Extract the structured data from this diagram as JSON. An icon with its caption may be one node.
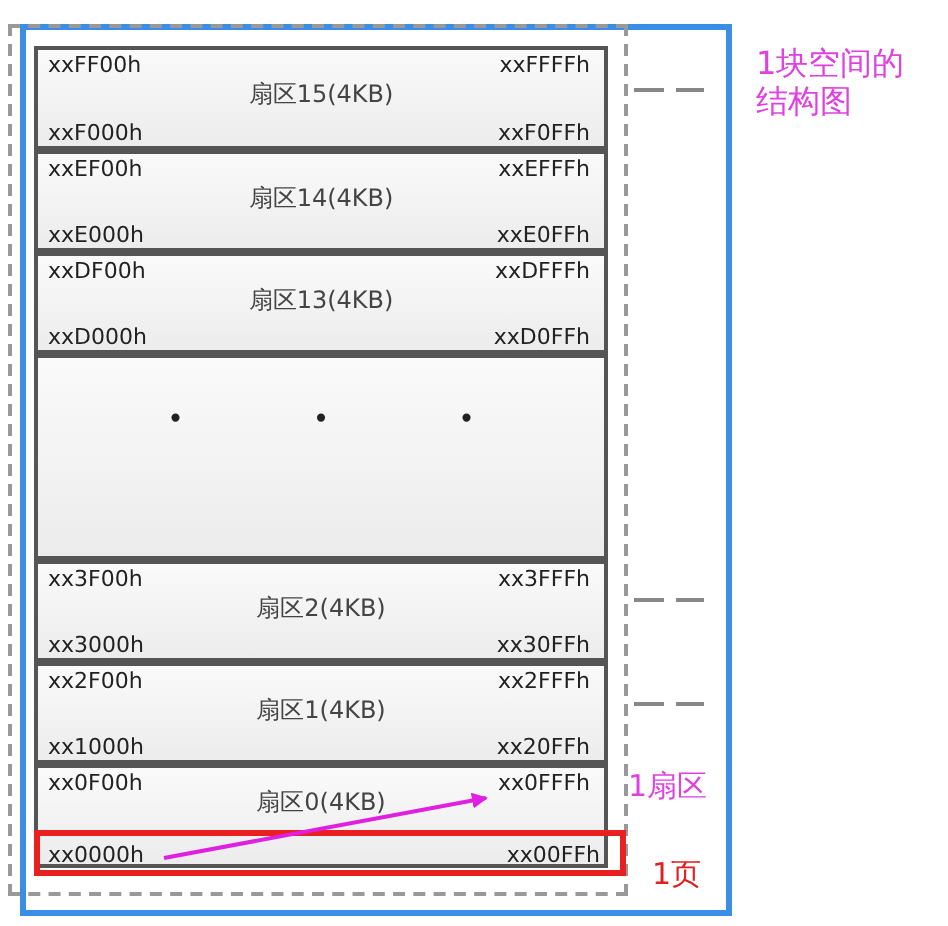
{
  "diagram": {
    "nodes": [
      {
        "text": [],
        "shape": "box",
        "beside": [
          "1块空间的结构图"
        ]
      },
      {
        "text": [],
        "shape": "box",
        "in": 0
      },
      {
        "text": [
          "xxFF00h",
          "xxFFFFh",
          "扇区15(4KB)",
          "xxF000h",
          "xxF0FFh"
        ],
        "in": 1
      },
      {
        "text": [
          "xxEF00h",
          "xxEFFFh",
          "扇区14(4KB)",
          "xxE000h",
          "xxE0FFh"
        ],
        "in": 1
      },
      {
        "text": [
          "xxDF00h",
          "xxDFFFh",
          "扇区13(4KB)",
          "xxD000h",
          "xxD0FFh"
        ],
        "in": 1
      },
      {
        "text": [
          "• • •"
        ],
        "in": 1
      },
      {
        "text": [
          "xx3F00h",
          "xx3FFFh",
          "扇区2(4KB)",
          "xx3000h",
          "xx30FFh"
        ],
        "in": 1
      },
      {
        "text": [
          "xx2F00h",
          "xx2FFFh",
          "扇区1(4KB)",
          "xx1000h",
          "xx20FFh"
        ],
        "in": 1
      },
      {
        "text": [
          "xx0F00h",
          "xx0FFFh",
          "扇区0(4KB)"
        ],
        "in": 1,
        "beside": [
          "1扇区"
        ]
      },
      {
        "text": [
          "xx0000h",
          "xx00FFh"
        ],
        "in": 1,
        "beside": [
          "1页"
        ]
      }
    ]
  }
}
